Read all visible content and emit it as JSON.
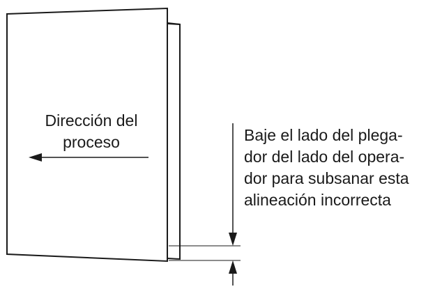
{
  "direction_label": {
    "line1": "Dirección del",
    "line2": "proceso"
  },
  "instruction": {
    "line1": "Baje el lado del plega-",
    "line2": "dor del lado del opera-",
    "line3": "dor para subsanar esta",
    "line4": "alineación incorrecta"
  },
  "colors": {
    "stroke": "#1a1a1a",
    "background": "#ffffff"
  }
}
